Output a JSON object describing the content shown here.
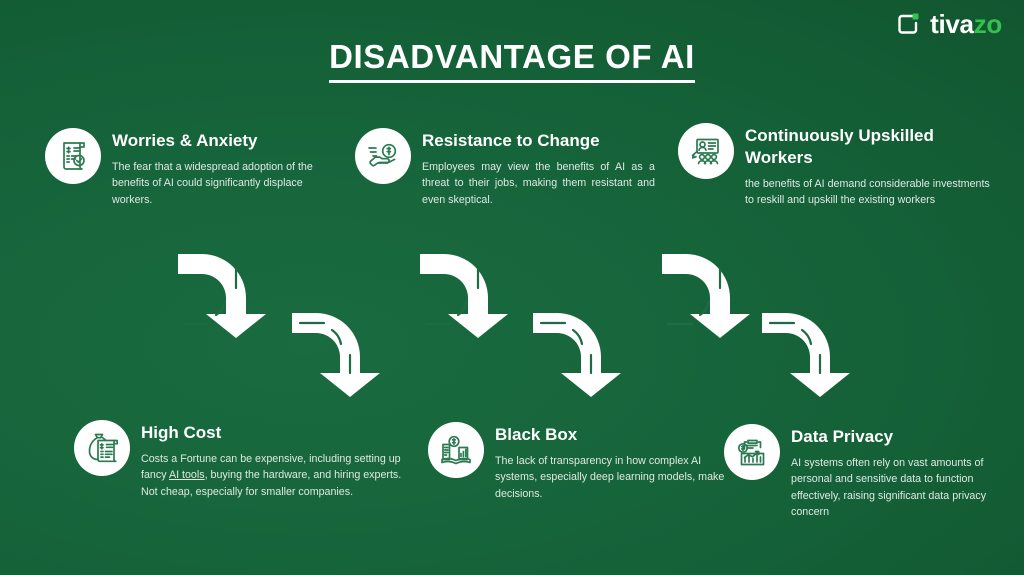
{
  "brand": {
    "name_white": "tiva",
    "name_green": "zo",
    "mark_icon": "bracket-square-icon",
    "accent_color": "#34c14e"
  },
  "theme": {
    "background_color": "#156239",
    "icon_circle_color": "#ffffff",
    "icon_stroke_color": "#2c7a52",
    "title_color": "#ffffff",
    "body_text_color": "#dfe9e2"
  },
  "header": {
    "title": "DISADVANTAGE OF AI"
  },
  "cards": [
    {
      "id": "worries",
      "icon": "invoice-dollar-check-icon",
      "title": "Worries & Anxiety",
      "desc": "The fear that a widespread adoption of the benefits of AI could significantly displace workers."
    },
    {
      "id": "resistance",
      "icon": "hand-holding-coin-icon",
      "title": "Resistance to Change",
      "desc": "Employees may view the benefits of AI as a threat to their jobs, making them resistant and even skeptical."
    },
    {
      "id": "upskilled",
      "icon": "training-presentation-icon",
      "title": "Continuously Upskilled Workers",
      "desc": "the benefits of AI demand considerable investments to reskill and upskill the existing workers"
    },
    {
      "id": "highcost",
      "icon": "money-bag-invoice-icon",
      "title": "High Cost",
      "desc_before_link": "Costs a Fortune can be expensive, including setting up fancy ",
      "link_text": "AI tools",
      "desc_after_link": ", buying the hardware, and hiring experts. Not cheap, especially for smaller companies."
    },
    {
      "id": "blackbox",
      "icon": "open-book-chart-coin-icon",
      "title": "Black Box",
      "desc": "The lack of transparency in how complex AI systems, especially deep learning models, make decisions."
    },
    {
      "id": "privacy",
      "icon": "clipboard-bar-chart-coin-icon",
      "title": "Data Privacy",
      "desc": "AI systems often rely on vast amounts of personal and sensitive data to function effectively, raising significant data privacy concern"
    }
  ],
  "arrows": [
    {
      "id": "up-1",
      "direction": "curve-right-to-up",
      "icon": "road-arrow-up-icon"
    },
    {
      "id": "down-1",
      "direction": "curve-right-to-down",
      "icon": "road-arrow-down-icon"
    },
    {
      "id": "up-2",
      "direction": "curve-right-to-up",
      "icon": "road-arrow-up-icon"
    },
    {
      "id": "down-2",
      "direction": "curve-right-to-down",
      "icon": "road-arrow-down-icon"
    },
    {
      "id": "up-3",
      "direction": "curve-right-to-up",
      "icon": "road-arrow-up-icon"
    },
    {
      "id": "down-3",
      "direction": "curve-right-to-down",
      "icon": "road-arrow-down-icon"
    }
  ]
}
